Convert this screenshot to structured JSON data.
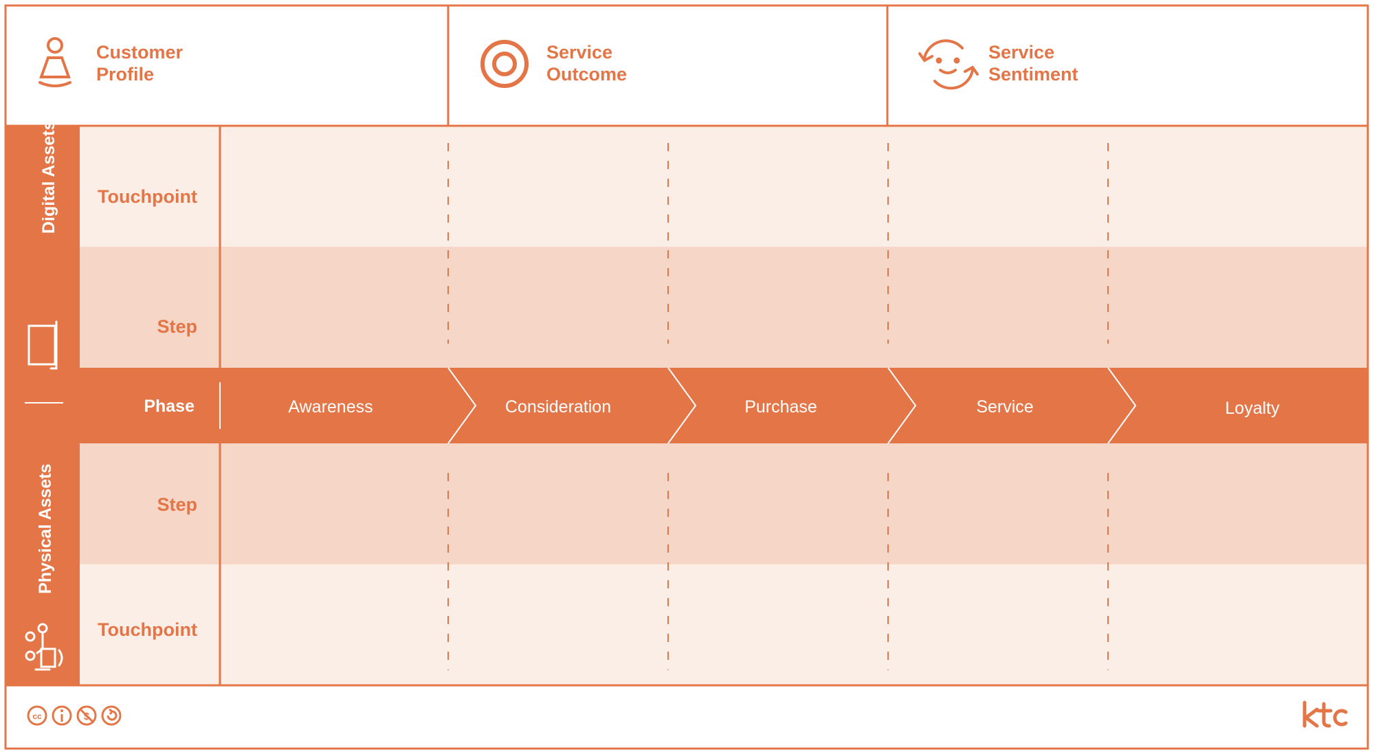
{
  "colors": {
    "accent": "#E37547",
    "row_light": "#FBEEE7",
    "row_mid": "#F6D7C7",
    "white": "#FFFFFF"
  },
  "header": {
    "customer_profile": {
      "line1": "Customer",
      "line2": "Profile",
      "icon": "person-icon"
    },
    "service_outcome": {
      "line1": "Service",
      "line2": "Outcome",
      "icon": "target-icon"
    },
    "service_sentiment": {
      "line1": "Service",
      "line2": "Sentiment",
      "icon": "smiley-cycle-icon"
    }
  },
  "sidebar": {
    "digital": {
      "label": "Digital Assets",
      "icon": "laptop-icon"
    },
    "physical": {
      "label": "Physical Assets",
      "icon": "people-speaker-icon"
    }
  },
  "rows": {
    "digital_touchpoint": "Touchpoint",
    "digital_step": "Step",
    "phase": "Phase",
    "physical_step": "Step",
    "physical_touchpoint": "Touchpoint"
  },
  "phases": [
    "Awareness",
    "Consideration",
    "Purchase",
    "Service",
    "Loyalty"
  ],
  "footer": {
    "license_icons": [
      "cc-icon",
      "attribution-icon",
      "noncommercial-icon",
      "sharealike-icon"
    ],
    "logo": "ktc"
  }
}
